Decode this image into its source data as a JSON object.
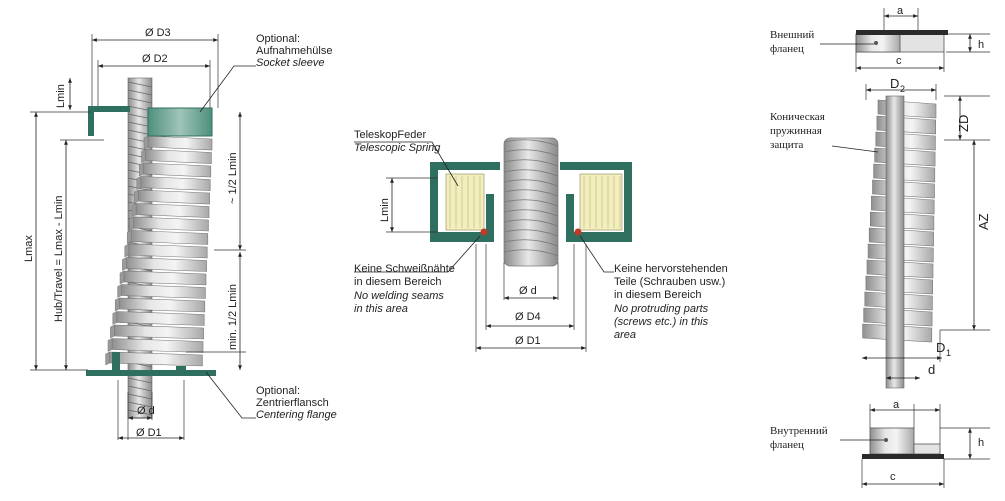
{
  "left": {
    "d3": "Ø D3",
    "d2": "Ø D2",
    "lmin_top": "Lmin",
    "lmax": "Lmax",
    "travel": "Hub/Travel = Lmax - Lmin",
    "half_lmin": "~ 1/2 Lmin",
    "min_half_lmin": "min. 1/2 Lmin",
    "d_small": "Ø d",
    "d1": "Ø D1",
    "sleeve": {
      "de": "Optional:",
      "de2": "Aufnahmehülse",
      "en": "Socket sleeve"
    },
    "flange": {
      "de": "Optional:",
      "de2": "Zentrierflansch",
      "en": "Centering flange"
    }
  },
  "middle": {
    "spring": {
      "de": "TeleskopFeder",
      "en": "Telescopic Spring"
    },
    "lmin": "Lmin",
    "weld": {
      "de1": "Keine Schweißnähte",
      "de2": "in diesem Bereich",
      "en1": "No welding seams",
      "en2": "in this area"
    },
    "parts": {
      "de1": "Keine hervorstehenden",
      "de2": "Teile (Schrauben usw.)",
      "de3": "in diesem Bereich",
      "en1": "No protruding parts",
      "en2": "(screws etc.) in this",
      "en3": "area"
    },
    "d_small": "Ø d",
    "d4": "Ø D4",
    "d1": "Ø D1"
  },
  "right": {
    "outer_flange": [
      "Внешний",
      "фланец"
    ],
    "conical": [
      "Коническая",
      "пружинная",
      "защита"
    ],
    "inner_flange": [
      "Внутренний",
      "фланец"
    ],
    "a_top": "a",
    "h_top": "h",
    "c_top": "c",
    "d2": "D",
    "d2_sub": "2",
    "zd": "ZD",
    "az": "AZ",
    "d1": "D",
    "d1_sub": "1",
    "d": "d",
    "a_bottom": "a",
    "h_bottom": "h",
    "c_bottom": "c"
  },
  "colors": {
    "teal": "#2f6f5f",
    "spring_metal": "#d3d3d3",
    "spring_shadow": "#9a9a9a",
    "yellow": "#f2eebd",
    "red": "#c0392b"
  }
}
